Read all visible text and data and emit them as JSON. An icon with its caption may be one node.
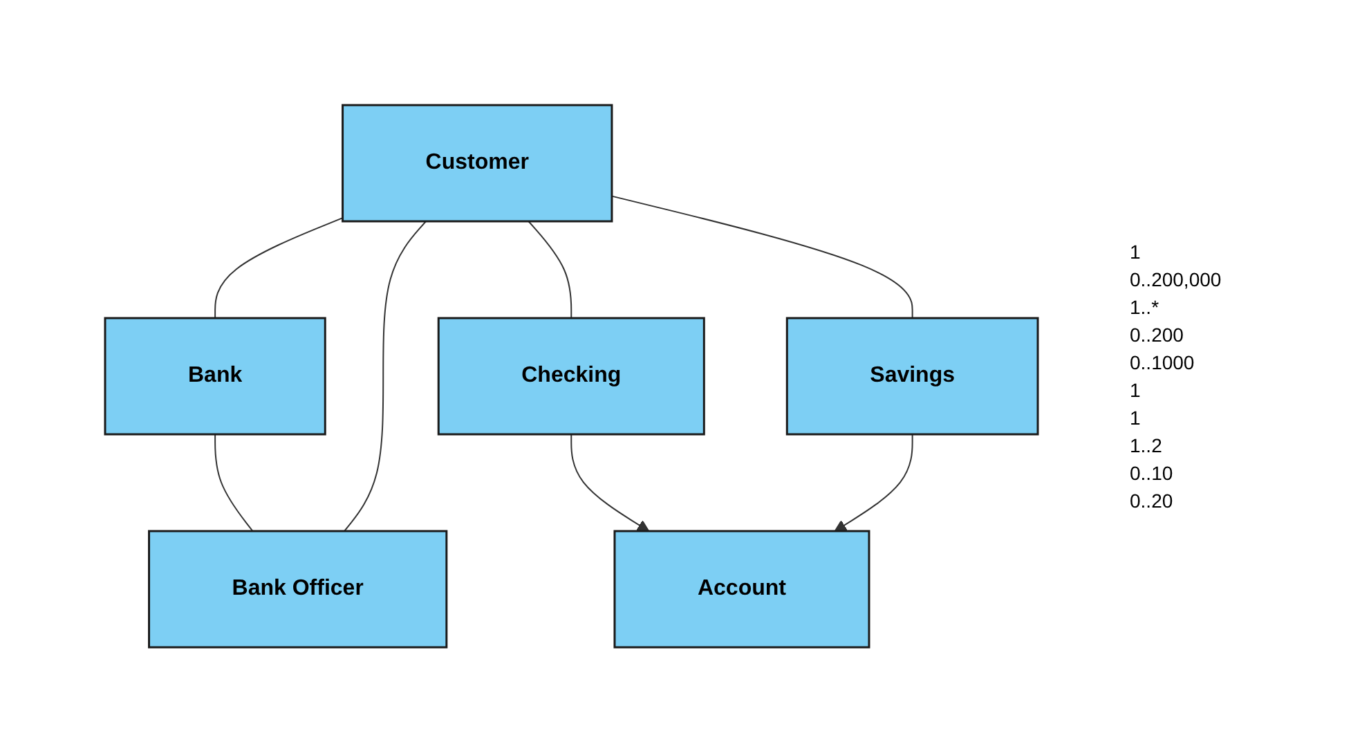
{
  "diagram": {
    "nodes": [
      {
        "text": [
          "Bank"
        ]
      },
      {
        "text": [
          "Customer"
        ]
      },
      {
        "text": [
          "Bank Officer"
        ]
      },
      {
        "text": [
          "Account"
        ]
      },
      {
        "text": [
          "Checking"
        ]
      },
      {
        "text": [
          "Savings"
        ]
      }
    ],
    "edges": [
      {
        "from": 1,
        "to": 0,
        "arrow": "none"
      },
      {
        "from": 0,
        "to": 2,
        "arrow": "none"
      },
      {
        "from": 1,
        "to": 2,
        "arrow": "none"
      },
      {
        "from": 1,
        "to": 4,
        "arrow": "none"
      },
      {
        "from": 1,
        "to": 5,
        "arrow": "none"
      },
      {
        "from": 4,
        "to": 3,
        "arrow": "to"
      },
      {
        "from": 5,
        "to": 3,
        "arrow": "to"
      }
    ],
    "labels": [
      "1",
      "0..200,000",
      "1..*",
      "0..200",
      "0..1000",
      "1",
      "1",
      "1..2",
      "0..10",
      "0..20"
    ]
  }
}
